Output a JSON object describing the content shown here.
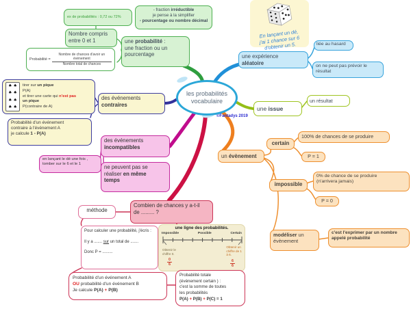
{
  "central": {
    "title_line1": "les probabilités",
    "title_line2": "vocabulaire",
    "copyright": "©Fantadys 2019"
  },
  "green": {
    "example": "ex de probabilités : 0,72 ou 72%",
    "tips_line1_plain": "- fraction ",
    "tips_line1_bold": "irréductible",
    "tips_line2": "je pense à la simplifier",
    "tips_line3": "- pourcentage ou nombre décimal",
    "range_line1": "Nombre compris",
    "range_line2": "entre 0 et 1",
    "prob_plain1": "une ",
    "prob_bold": "probabilité",
    "prob_plain2": " :",
    "prob_line2": "une fraction ou un",
    "prob_line3": "pourcentage",
    "formula_lhs": "Probabilité =",
    "formula_numerator": "Nombre de chances d'avoir un événement",
    "formula_denominator": "Nombre total de chances"
  },
  "blue": {
    "dice_line1": "En lançant un dé,",
    "dice_line2": "j'ai 1 chance sur 6",
    "dice_line3": "d'obtenir un 5.",
    "exp_line1": "une expérience",
    "exp_bold": "aléatoire",
    "hasard": "liée au hasard",
    "prevoir_line1": "on ne peut pas prévoir le",
    "prevoir_line2": "résultat"
  },
  "issue": {
    "label_plain": "une ",
    "label_bold": "issue",
    "result": "un résultat"
  },
  "orange": {
    "event_plain": "un ",
    "event_bold": "évènement",
    "certain": "certain",
    "certain_desc": "100% de chances de se produire",
    "p_certain": "P = 1",
    "impossible": "impossible",
    "impossible_desc_line1": "0% de chance de se produire",
    "impossible_desc_line2": "(n'arrivera jamais)",
    "p_impossible": "P = 0",
    "model_bold": "modéliser",
    "model_plain": " un",
    "model_line2": "évènement",
    "model_desc_line1": "c'est l'exprimer par un nombre",
    "model_desc_line2": "appelé probabilité"
  },
  "contraires": {
    "label_line1": "des événements",
    "label_bold": "contraires",
    "card_line1_plain": "tirer sur ",
    "card_line1_bold": "un pique",
    "card_line2": "P(A)",
    "card_line3_plain": "et tirer une carte qui ",
    "card_line3_red": "n'est pas",
    "card_line4_bold": "un pique",
    "card_line5": "P(contraire de A)",
    "calc_line1": "Probabilité d'un événement",
    "calc_line2": "contraire à l'événement A",
    "calc_line3_plain": "je calcule ",
    "calc_line3_bold": "1 - P(A)"
  },
  "incompatibles": {
    "label_line1": "des événements",
    "label_bold": "incompatibles",
    "desc_line1": "ne peuvent pas se",
    "desc_line2_plain": "réaliser ",
    "desc_line2_bold": "en même",
    "desc_line3_bold": "temps",
    "example_line1": "en lançant le dé une fois ,",
    "example_line2": "tomber sur le 6 et le 1"
  },
  "red": {
    "question_line1": "Combien de chances y a-t-il",
    "question_line2": "de ......... ?",
    "method": "méthode",
    "calc_line1": "Pour calculer une probabilité, j'écris :",
    "calc_line2_a": "Il y a ....... ",
    "calc_line2_sur": "sur",
    "calc_line2_b": " un total de .......",
    "calc_line3": "Donc P = .........",
    "line_title": "une ligne des probabilités.",
    "line_impossible": "Impossible",
    "line_possible": "Possible",
    "line_certain": "Certain",
    "line_left_line1": "Obtenir le",
    "line_left_line2": "chiffre 0.",
    "line_left_frac_num": "0",
    "line_left_frac_den": "6",
    "line_right_line1": "Obtenir un",
    "line_right_line2": "chiffre de 1",
    "line_right_line3": "à 6.",
    "line_right_frac_num": "6",
    "line_right_frac_den": "6",
    "or_line1": "Probabilité d'un événement A",
    "or_line2_red": "OU",
    "or_line2_rest": " probabilité d'un événement B",
    "or_line3_plain": "Je calcule ",
    "or_line3_pa": "P(A)",
    "or_line3_plus": " + ",
    "or_line3_pb": "P(B)",
    "total_line1": "Probabilité totale",
    "total_line2": "(événement certain ) :",
    "total_line3": "c'est la somme de toutes",
    "total_line4": "les probabilités",
    "total_pa": "P(A)",
    "total_plus1": " + ",
    "total_pb": "P(B)",
    "total_plus2": " + ",
    "total_pc": "P(C)",
    "total_eq": " = 1"
  },
  "icons": {
    "spade_row": "♠ ♠"
  },
  "colors": {
    "green": "#4caf50",
    "blue": "#36a3dc",
    "navy": "#3c3c9e",
    "magenta": "#c42a9e",
    "red": "#cc3355",
    "orange": "#ee8f2e",
    "yellow_green": "#9ec41f",
    "center_border": "#2ba7d8",
    "accent_red_text": "#e02020",
    "copyright_blue": "#2a2ad0"
  }
}
